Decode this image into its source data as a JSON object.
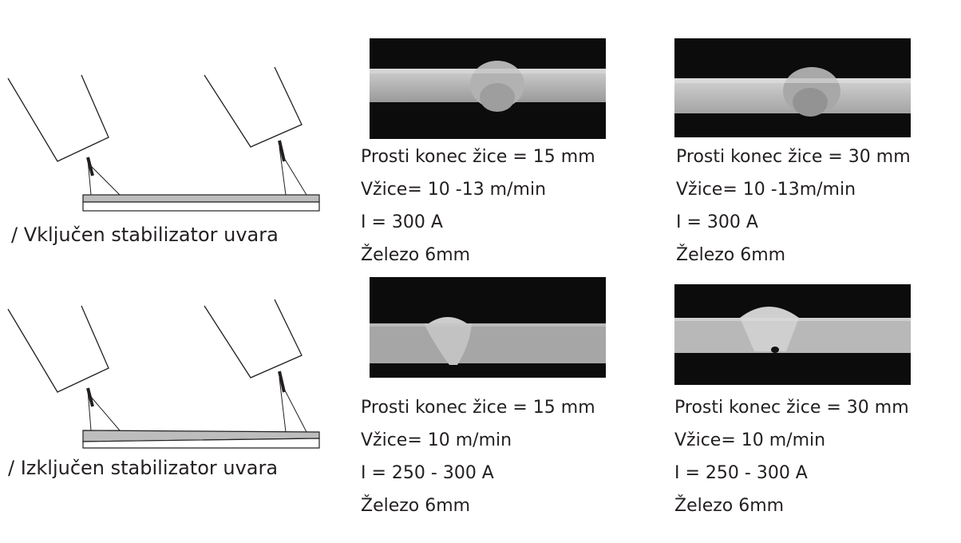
{
  "diagrams": [
    {
      "caption": "/ Vključen stabilizator uvara"
    },
    {
      "caption": "/ Izključen stabilizator uvara"
    }
  ],
  "samples": [
    {
      "wire_stickout": "Prosti konec žice = 15 mm",
      "wire_speed": "Vžice= 10 -13 m/min",
      "current": "I = 300 A",
      "material": "Železo 6mm"
    },
    {
      "wire_stickout": "Prosti konec žice = 30 mm",
      "wire_speed": "Vžice= 10 -13m/min",
      "current": "I = 300 A",
      "material": "Železo 6mm"
    },
    {
      "wire_stickout": "Prosti konec žice = 15 mm",
      "wire_speed": "Vžice= 10 m/min",
      "current": "I = 250 - 300 A",
      "material": "Železo 6mm"
    },
    {
      "wire_stickout": "Prosti konec žice = 30 mm",
      "wire_speed": "Vžice= 10 m/min",
      "current": "I = 250 - 300 A",
      "material": "Železo 6mm"
    }
  ]
}
